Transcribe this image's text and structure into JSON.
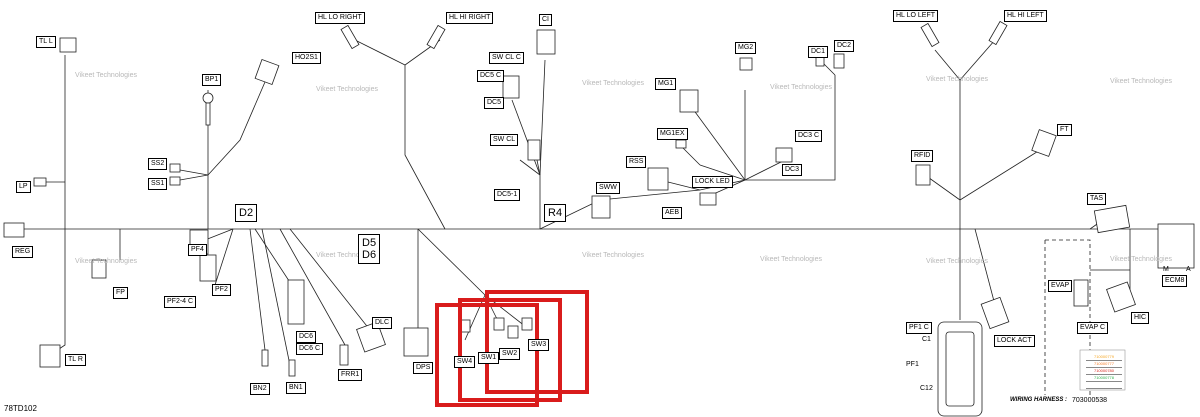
{
  "doc_id": "78TD102",
  "harness": {
    "label": "WIRING HARNESS :",
    "number": "703000538"
  },
  "watermark": "Vikeet Technologies",
  "colors": {
    "line": "#222222",
    "highlight": "#d91c1c",
    "legend": [
      "#f5a623",
      "#f57a23",
      "#d9261c",
      "#2bb34a",
      "#f5a623"
    ]
  },
  "legend_rows": [
    "710000779",
    "710000777",
    "710000780",
    "710000778",
    ""
  ],
  "labels": {
    "tl_l": "TL L",
    "bp1": "BP1",
    "ho2s1": "HO2S1",
    "hl_lo_right": "HL LO RIGHT",
    "hl_hi_right": "HL HI RIGHT",
    "ci": "CI",
    "sw_cl_c": "SW CL C",
    "dc5_c": "DC5 C",
    "dc5": "DC5",
    "sw_cl": "SW CL",
    "dc5_1": "DC5-1",
    "mg2": "MG2",
    "dc1": "DC1",
    "dc2": "DC2",
    "mg1": "MG1",
    "mg1ex": "MG1EX",
    "dc3_c": "DC3 C",
    "dc3": "DC3",
    "rss": "RSS",
    "lock_led": "LOCK LED",
    "aeb": "AEB",
    "sww": "SWW",
    "r4": "R4",
    "hl_lo_left": "HL LO LEFT",
    "hl_hi_left": "HL HI LEFT",
    "ft": "FT",
    "rfid": "RFID",
    "tas": "TAS",
    "ss2": "SS2",
    "ss1": "SS1",
    "lp": "LP",
    "reg": "REG",
    "d2": "D2",
    "d5": "D5",
    "d6": "D6",
    "pf4": "PF4",
    "pf2_4_c": "PF2-4 C",
    "pf2": "PF2",
    "fp": "FP",
    "tl_r": "TL R",
    "dc6": "DC6",
    "dc6_c": "DC6 C",
    "bn2": "BN2",
    "bn1": "BN1",
    "frr1": "FRR1",
    "dlc": "DLC",
    "dps": "DPS",
    "sw4": "SW4",
    "sw1": "SW1",
    "sw2": "SW2",
    "sw3": "SW3",
    "pf1_c": "PF1 C",
    "c1": "C1",
    "pf1": "PF1",
    "c12": "C12",
    "lock_act": "LOCK ACT",
    "evap": "EVAP",
    "evap_c": "EVAP C",
    "hic": "HIC",
    "m": "M",
    "a": "A",
    "ecm8": "ECM8"
  }
}
